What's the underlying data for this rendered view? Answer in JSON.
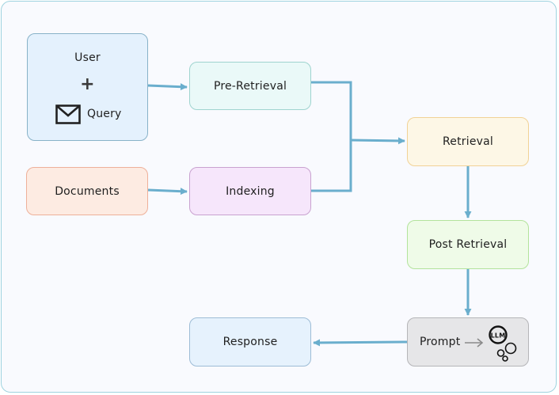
{
  "nodes": {
    "user": "User",
    "plus": "+",
    "query": "Query",
    "pre_retrieval": "Pre-Retrieval",
    "documents": "Documents",
    "indexing": "Indexing",
    "retrieval": "Retrieval",
    "post_retrieval": "Post Retrieval",
    "prompt": "Prompt",
    "response": "Response",
    "llm_badge": "LLM"
  },
  "icons": [
    "envelope-icon",
    "arrow-right-icon",
    "llm-bubbles-icon"
  ],
  "colors": {
    "edge": "#6aaecd",
    "frame_border": "#9fd3df"
  }
}
